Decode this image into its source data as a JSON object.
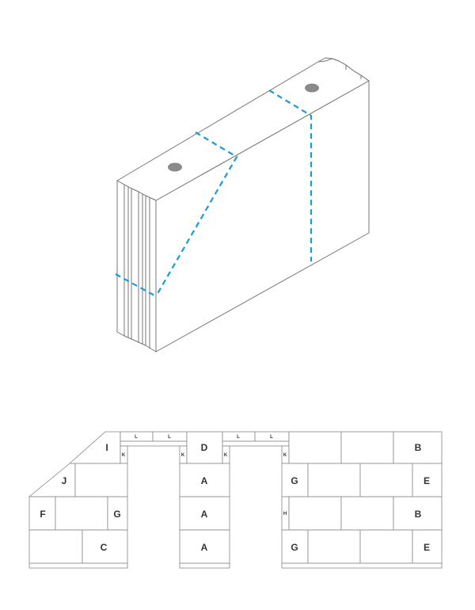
{
  "colors": {
    "cut_line": "#1a9ad6",
    "hole": "#8a8a8a",
    "outline": "#777777",
    "label": "#333333"
  },
  "plan": {
    "labels": {
      "r1_I": "I",
      "r1_L1": "L",
      "r1_L2": "L",
      "r1_K1": "K",
      "r1_K2": "K",
      "r1_D": "D",
      "r1_K3": "K",
      "r1_L3": "L",
      "r1_L4": "L",
      "r1_K4": "K",
      "r1_B": "B",
      "r2_J": "J",
      "r2_A": "A",
      "r2_G": "G",
      "r2_E": "E",
      "r3_F": "F",
      "r3_G": "G",
      "r3_A": "A",
      "r3_H": "H",
      "r3_B": "B",
      "r4_C": "C",
      "r4_A": "A",
      "r4_G": "G",
      "r4_E": "E"
    }
  }
}
